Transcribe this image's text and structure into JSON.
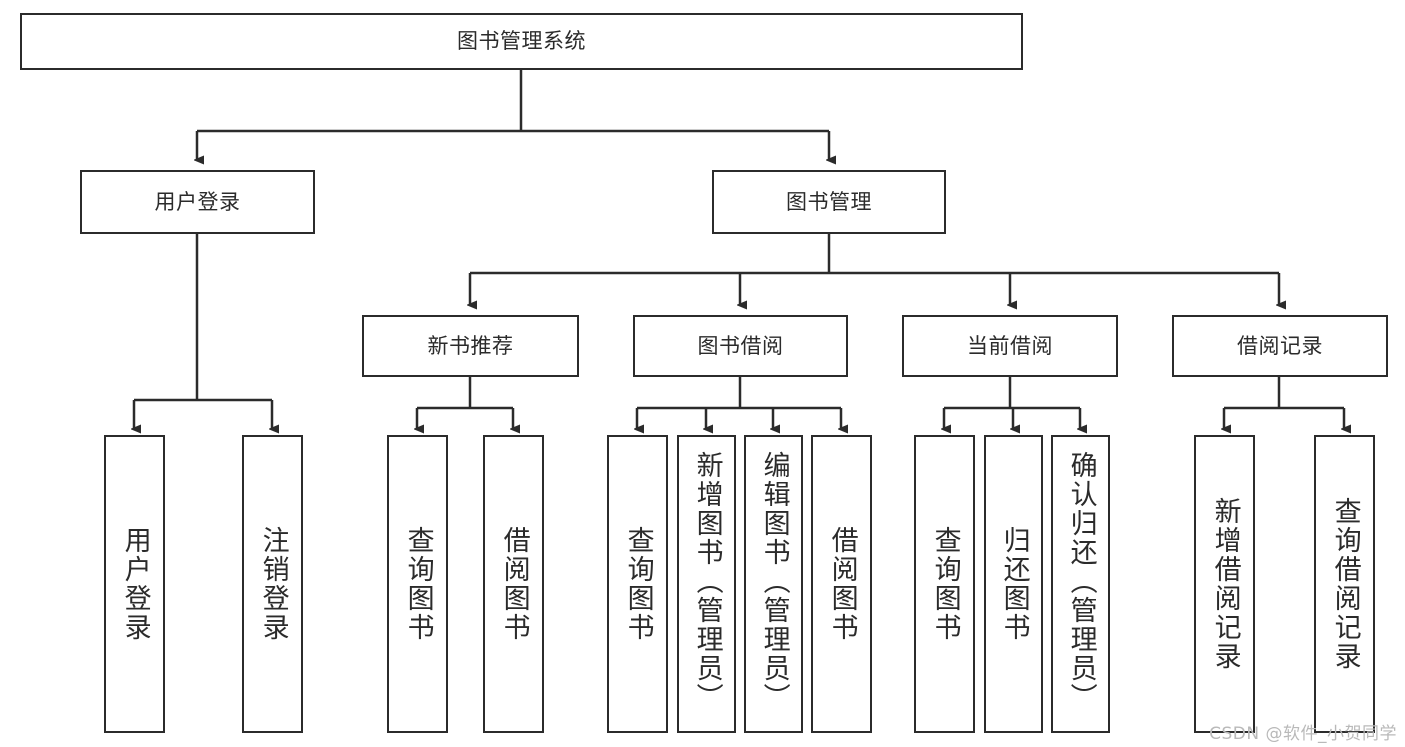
{
  "diagram": {
    "title": "图书管理系统",
    "type": "hierarchy-tree",
    "root": {
      "label": "图书管理系统"
    },
    "level2": [
      {
        "label": "用户登录"
      },
      {
        "label": "图书管理"
      }
    ],
    "level3": [
      {
        "label": "新书推荐"
      },
      {
        "label": "图书借阅"
      },
      {
        "label": "当前借阅"
      },
      {
        "label": "借阅记录"
      }
    ],
    "leaves": {
      "user_login": [
        {
          "label": "用户登录"
        },
        {
          "label": "注销登录"
        }
      ],
      "new_book_recommend": [
        {
          "label": "查询图书"
        },
        {
          "label": "借阅图书"
        }
      ],
      "book_borrow": [
        {
          "label": "查询图书"
        },
        {
          "label": "新增图书（管理员）"
        },
        {
          "label": "编辑图书（管理员）"
        },
        {
          "label": "借阅图书"
        }
      ],
      "current_borrow": [
        {
          "label": "查询图书"
        },
        {
          "label": "归还图书"
        },
        {
          "label": "确认归还（管理员）"
        }
      ],
      "borrow_record": [
        {
          "label": "新增借阅记录"
        },
        {
          "label": "查询借阅记录"
        }
      ]
    }
  },
  "watermark": {
    "text": "CSDN @软件_小贺同学"
  },
  "colors": {
    "stroke": "#2b2b2b",
    "fill": "#ffffff",
    "watermark": "#b9b9b9"
  }
}
